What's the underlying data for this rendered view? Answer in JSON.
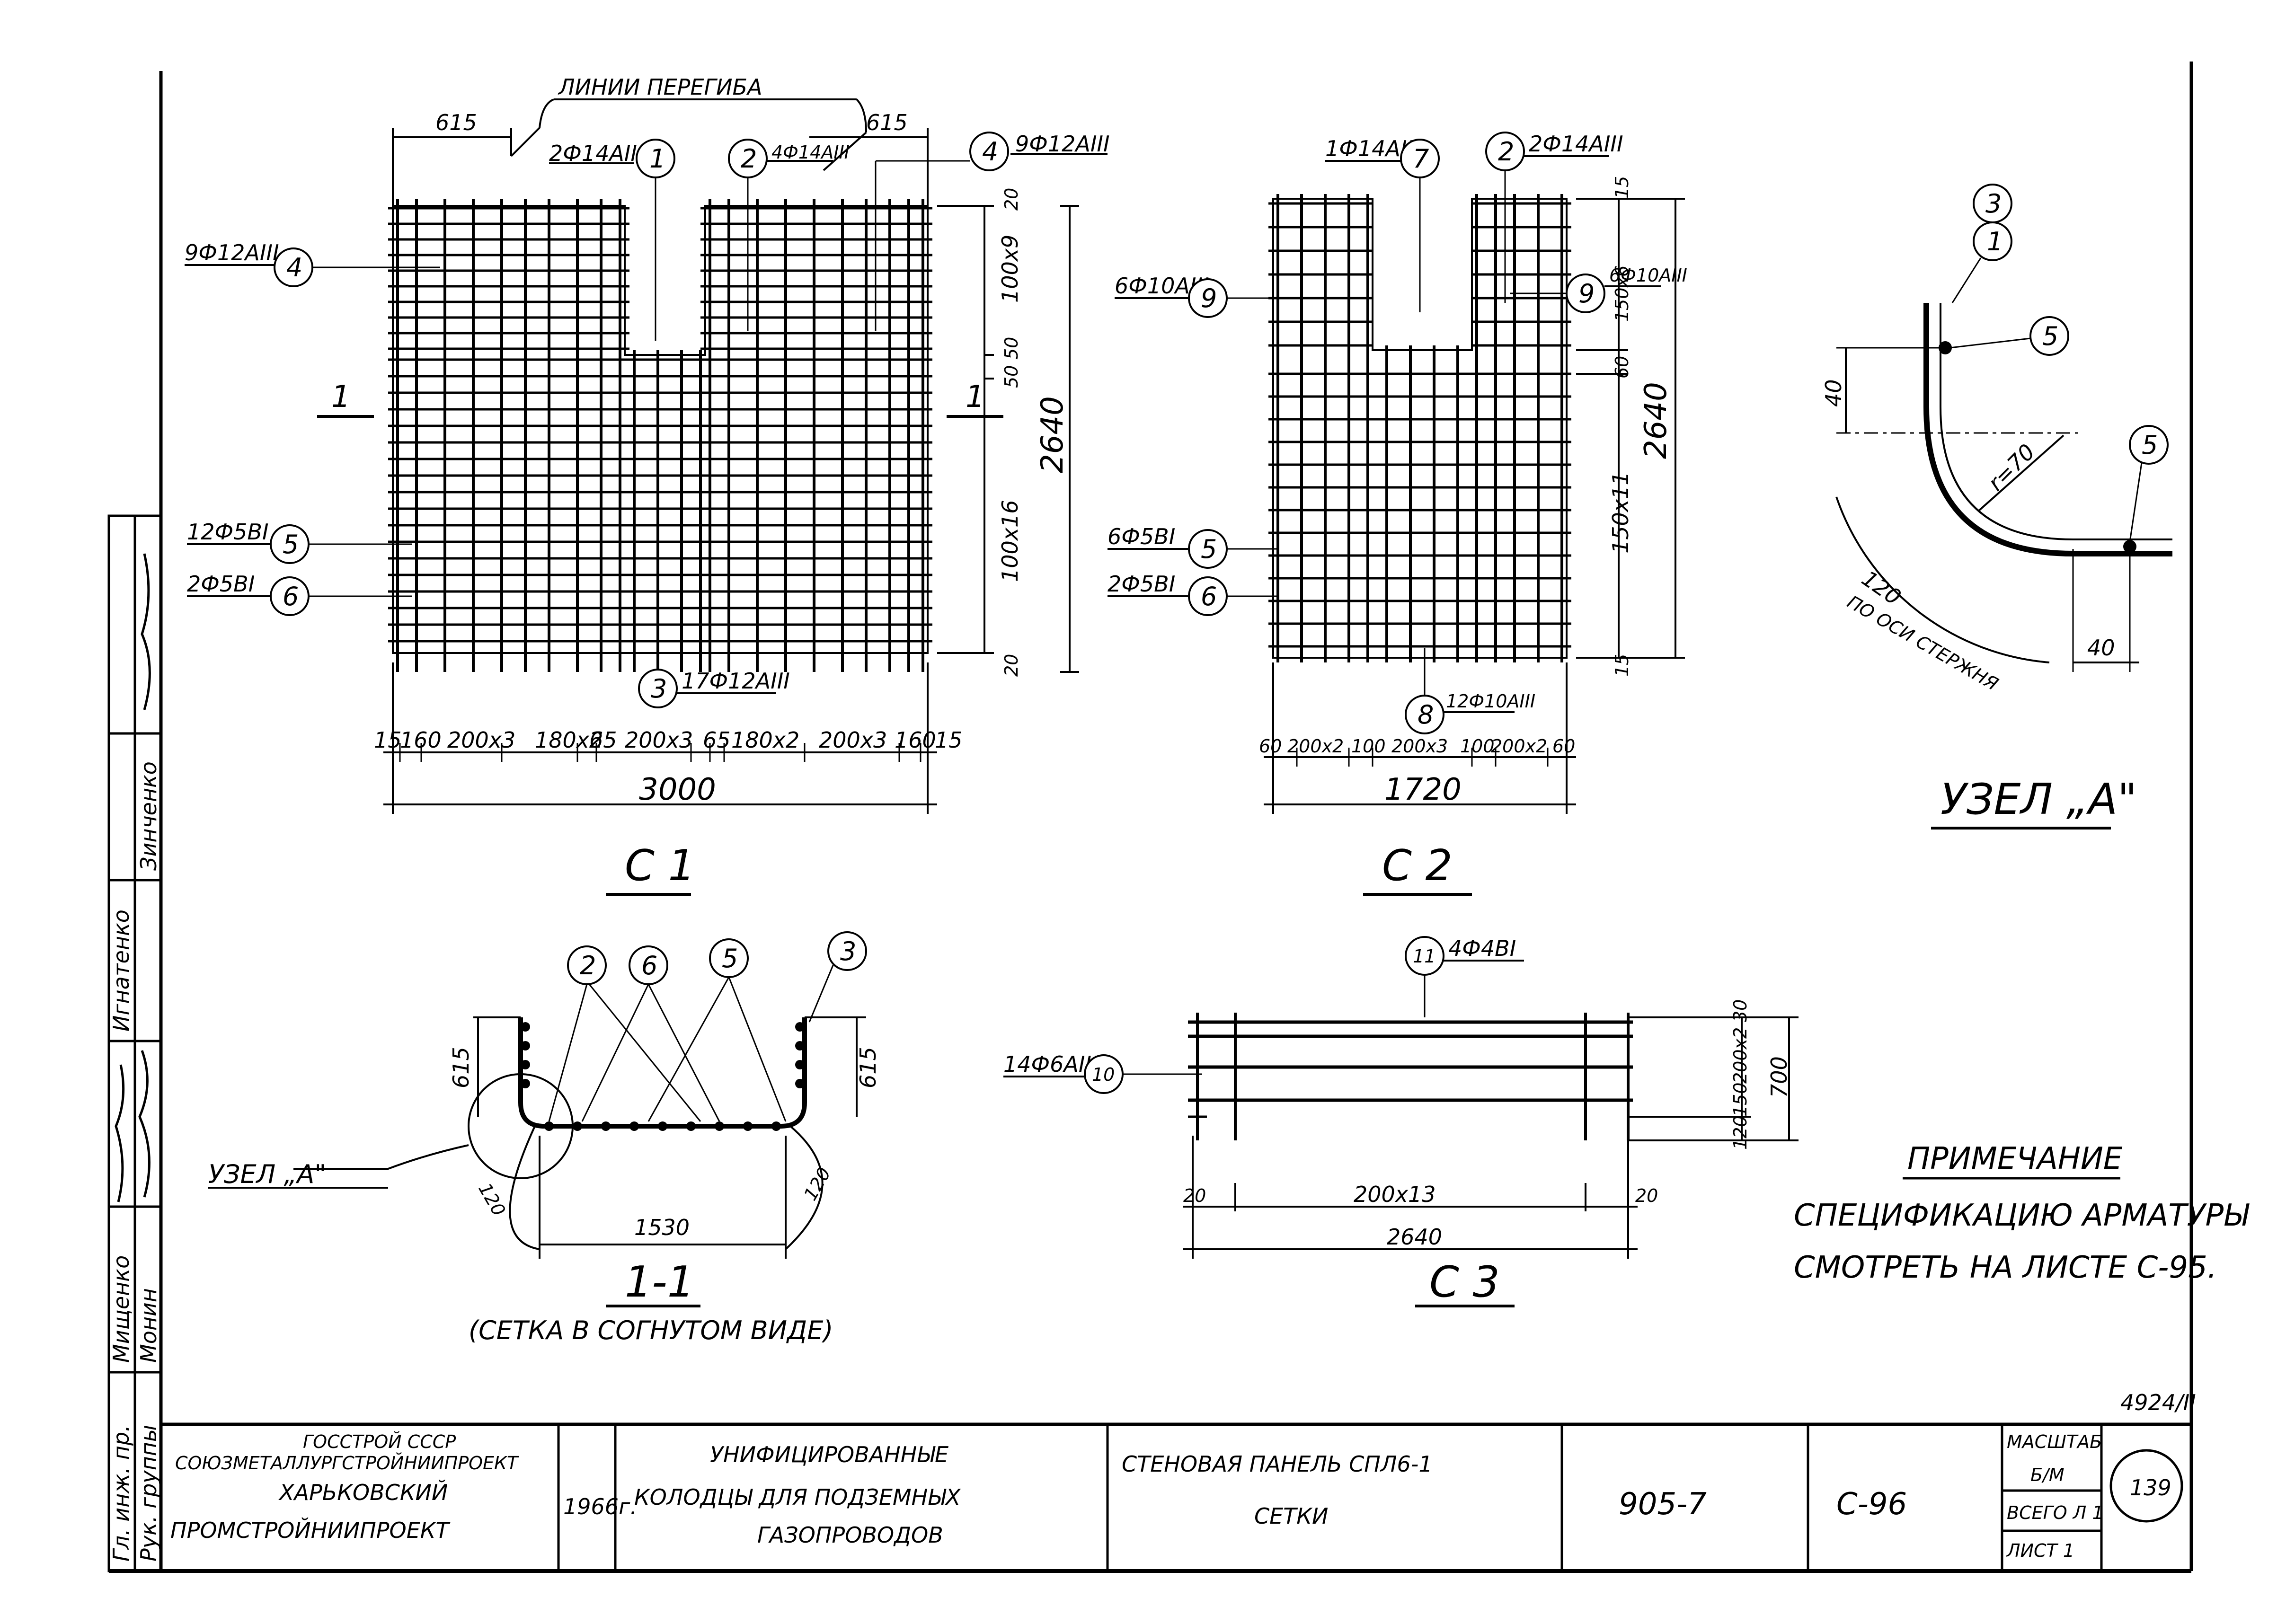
{
  "c1": {
    "title": "С 1",
    "bend_lines_label": "ЛИНИИ ПЕРЕГИБА",
    "callouts": {
      "p4_left": "9Ф12АIII",
      "p4_right": "9Ф12АIII",
      "p1": "2Ф14АIII",
      "p2": "4Ф14АIII",
      "p5": "12Ф5ВI",
      "p6": "2Ф5ВI",
      "p3": "17Ф12АIII"
    },
    "dims_top": {
      "left_615": "615",
      "right_615": "615"
    },
    "dims_right": {
      "d20a": "20",
      "d100x9": "100x9",
      "d50a": "50",
      "d50b": "50",
      "d2640": "2640",
      "d100x16": "100x16",
      "d20b": "20"
    },
    "dims_bottom": [
      "15",
      "160",
      "200x3",
      "180x2",
      "65",
      "200x3",
      "65",
      "180x2",
      "200x3",
      "160",
      "15"
    ],
    "total": "3000",
    "section_marks": [
      "1",
      "1"
    ]
  },
  "c2": {
    "title": "С 2",
    "callouts": {
      "p7": "1Ф14АIII",
      "p2": "2Ф14АIII",
      "p9_left": "6Ф10АIII",
      "p9_right": "6Ф10АIII",
      "p5": "6Ф5ВI",
      "p6": "2Ф5ВI",
      "p8": "12Ф10АIII"
    },
    "dims_right": {
      "d15a": "15",
      "d150x6": "150x6",
      "d60": "60",
      "d2640": "2640",
      "d150x11": "150x11",
      "d15b": "15"
    },
    "dims_bottom": [
      "60",
      "200x2",
      "100",
      "200x3",
      "100",
      "200x2",
      "60"
    ],
    "total": "1720"
  },
  "c3": {
    "title": "С 3",
    "callouts": {
      "p11": "4Ф4ВI",
      "p10": "14Ф6АIII"
    },
    "dims_right": {
      "d30": "30",
      "d200x2": "200x2",
      "d700": "700",
      "d150": "150",
      "d120": "120"
    },
    "dims_bottom": {
      "d20a": "20",
      "d200x13": "200x13",
      "d20b": "20",
      "d2640": "2640"
    }
  },
  "section": {
    "title": "1-1",
    "subtitle": "(СЕТКА В СОГНУТОМ ВИДЕ)",
    "node_label": "УЗЕЛ „А\"",
    "dims": {
      "h_left": "615",
      "h_right": "615",
      "bottom": "1530",
      "r_left": "120",
      "r_right": "120"
    },
    "bubbles": [
      "2",
      "6",
      "5",
      "3"
    ]
  },
  "node": {
    "title": "УЗЕЛ „А\"",
    "radius": "r=70",
    "dim_40_v": "40",
    "dim_40_h": "40",
    "axis_120": "120",
    "axis_text": "ПО ОСИ СТЕРЖНЯ",
    "bubbles": [
      "3",
      "1",
      "5",
      "5"
    ]
  },
  "note": {
    "title": "ПРИМЕЧАНИЕ",
    "line1": "СПЕЦИФИКАЦИЮ АРМАТУРЫ",
    "line2": "СМОТРЕТЬ НА ЛИСТЕ С-95."
  },
  "side_stamp": {
    "roles": [
      "Гл. инж. пр.",
      "Рук. группы"
    ],
    "names": [
      "Мищенко",
      "Монин"
    ],
    "extra": [
      "Игнатенко",
      "Зинченко"
    ]
  },
  "title_block": {
    "org1": "ГОССТРОЙ СССР",
    "org2": "СОЮЗМЕТАЛЛУРГСТРОЙНИИПРОЕКТ",
    "org3": "ХАРЬКОВСКИЙ",
    "org4": "ПРОМСТРОЙНИИПРОЕКТ",
    "year": "1966г.",
    "project1": "УНИФИЦИРОВАННЫЕ",
    "project2": "КОЛОДЦЫ ДЛЯ ПОДЗЕМНЫХ",
    "project3": "ГАЗОПРОВОДОВ",
    "sheet_title1": "СТЕНОВАЯ ПАНЕЛЬ СПЛ6-1",
    "sheet_title2": "СЕТКИ",
    "series": "905-7",
    "sheet_code": "С-96",
    "scale_label": "МАСШТАБ",
    "scale_value": "Б/М",
    "total_sheets": "ВСЕГО Л 1",
    "sheet_no": "ЛИСТ 1",
    "page": "139",
    "archive": "4924/II"
  }
}
